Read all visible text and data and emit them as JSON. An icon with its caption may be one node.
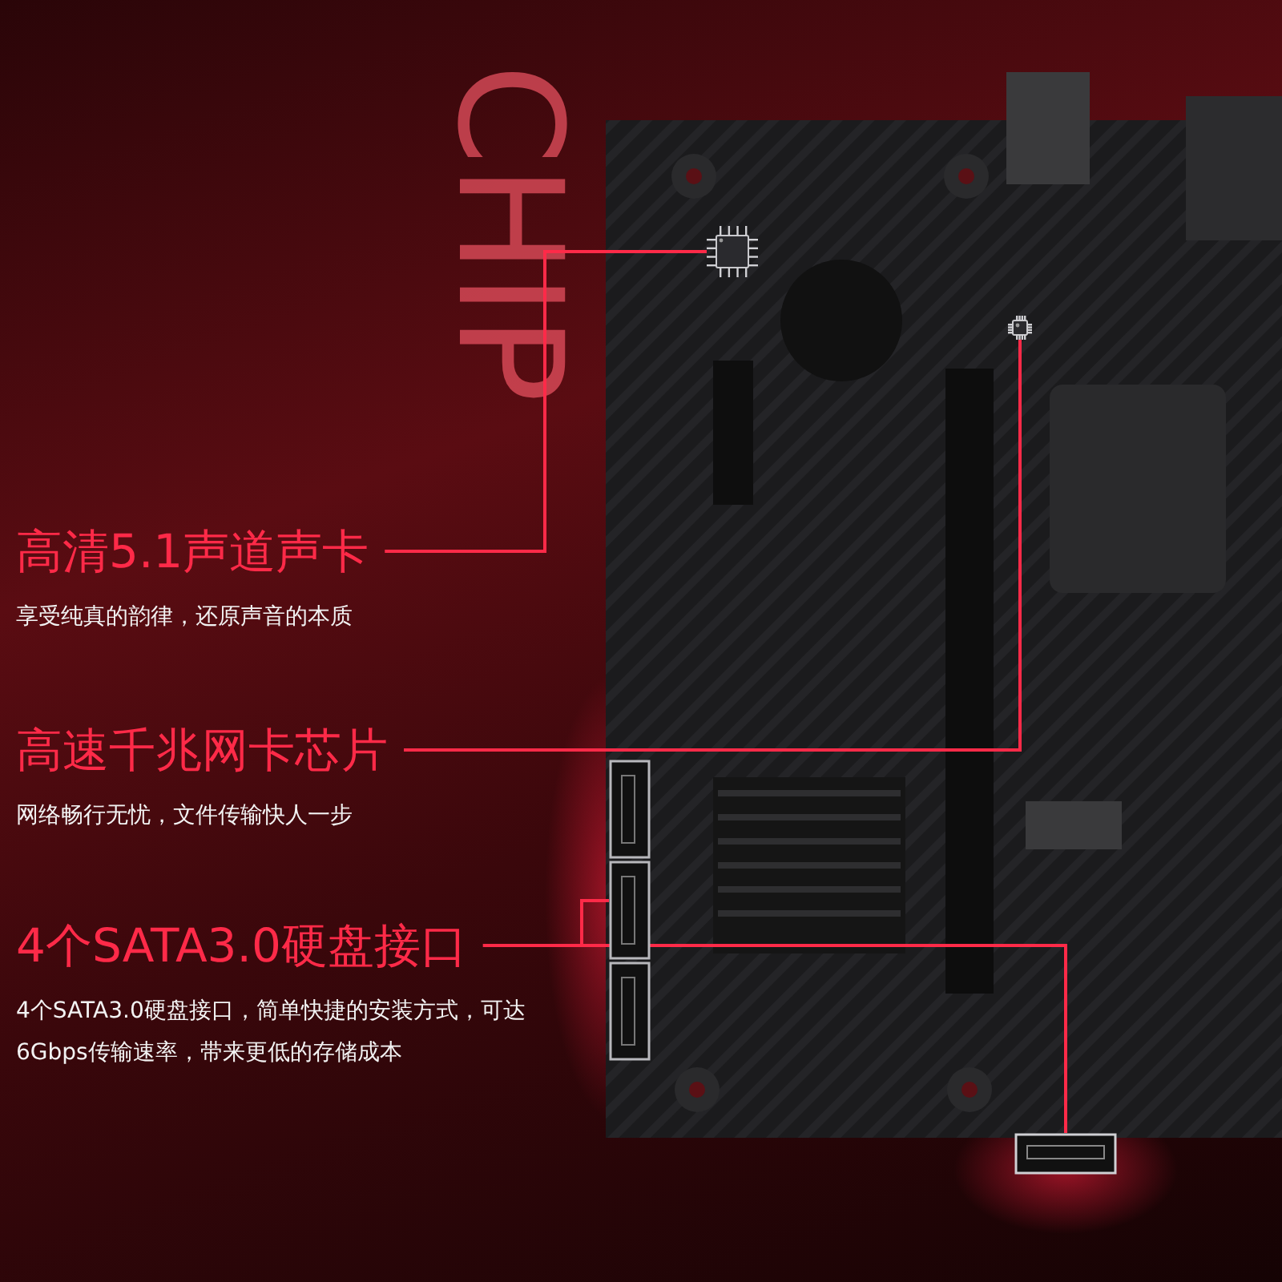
{
  "diagram": {
    "nodes": [
      {
        "text": [
          "高清5.1声道声卡",
          "享受纯真的韵律，还原声音的本质"
        ]
      },
      {
        "text": [
          "高速千兆网卡芯片",
          "网络畅行无忧，文件传输快人一步"
        ]
      },
      {
        "text": [
          "4个SATA3.0硬盘接口",
          "4个SATA3.0硬盘接口，简单快捷的安装方式，可达6Gbps传输速率，带来更低的存储成本"
        ]
      },
      {
        "text": [],
        "shape": "picture"
      },
      {
        "text": [],
        "shape": "picture"
      },
      {
        "text": [],
        "shape": "picture"
      },
      {
        "text": [],
        "shape": "picture"
      }
    ],
    "edges": [
      {
        "from": 0,
        "to": 3,
        "arrow": "none"
      },
      {
        "from": 1,
        "to": 4,
        "arrow": "none"
      },
      {
        "from": 2,
        "to": 5,
        "arrow": "none"
      },
      {
        "from": 2,
        "to": 6,
        "arrow": "none"
      }
    ],
    "labels": [
      "CHIP"
    ]
  }
}
